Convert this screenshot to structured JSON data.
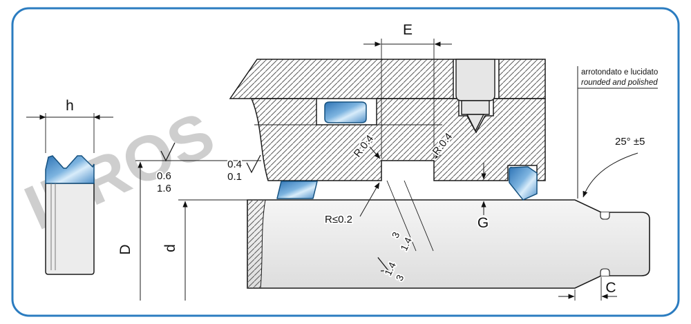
{
  "frame": {
    "border_color": "#2b7cc0",
    "background": "#ffffff"
  },
  "watermark": {
    "text": "IPROS",
    "logo_glyph": "Y"
  },
  "colors": {
    "seal_blue_dark": "#2f74b5",
    "seal_blue_light": "#bddef5",
    "metal_gray": "#ececec",
    "hatch_line": "#5a5a5a",
    "drawing_line": "#1a1a1a"
  },
  "dimensions": {
    "h": "h",
    "E": "E",
    "D": "D",
    "d": "d",
    "G": "G",
    "C": "C"
  },
  "annotations": {
    "radius_left": "R 0.4",
    "radius_right": "R 0.4",
    "radius_max": "R≤0.2",
    "chamfer_angle": "25° ±5",
    "note_italian": "arrotondato e lucidato",
    "note_english": "rounded and polished",
    "roughness_d_top": "0.6",
    "roughness_d_bottom": "1.6",
    "roughness_groove_top": "0.4",
    "roughness_groove_bottom": "0.1",
    "roughness_flank_upper_a": "3",
    "roughness_flank_upper_b": "1.4",
    "roughness_flank_lower_a": "1.4",
    "roughness_flank_lower_b": "3"
  }
}
